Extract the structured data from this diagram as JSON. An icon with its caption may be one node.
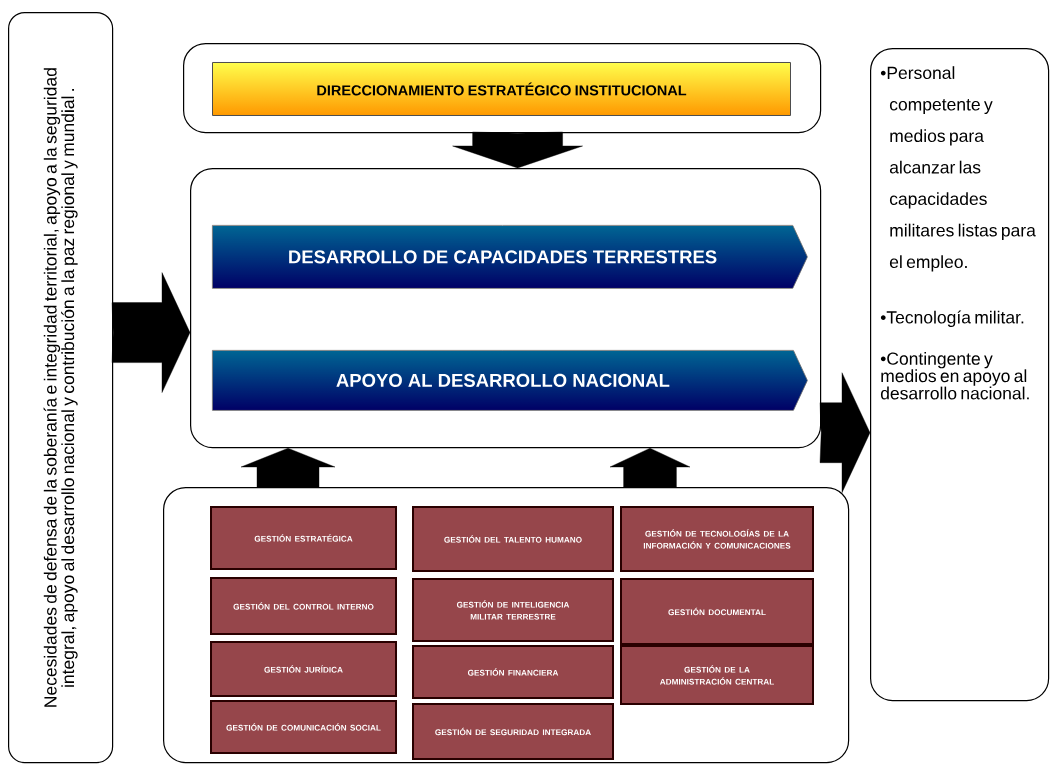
{
  "diagram": {
    "nodes": [
      {
        "text": [
          "Necesidades de defensa de la soberanía e integridad territorial, apoyo a la seguridad integral, apoyo al desarrollo nacional y contribución a la paz regional y mundial ."
        ]
      },
      {
        "text": [],
        "shape": "box"
      },
      {
        "text": [
          "DIRECCIONAMIENTO ESTRATÉGICO INSTITUCIONAL"
        ],
        "in": 1
      },
      {
        "text": [],
        "shape": "box"
      },
      {
        "text": [
          "DESARROLLO DE CAPACIDADES TERRESTRES"
        ],
        "in": 3
      },
      {
        "text": [
          "APOYO AL DESARROLLO NACIONAL"
        ],
        "in": 3
      },
      {
        "text": [],
        "shape": "box"
      },
      {
        "text": [
          "GESTIÓN ESTRATÉGICA"
        ],
        "in": 6
      },
      {
        "text": [
          "GESTIÓN DEL CONTROL INTERNO"
        ],
        "in": 6
      },
      {
        "text": [
          "GESTIÓN JURÍDICA"
        ],
        "in": 6
      },
      {
        "text": [
          "GESTIÓN DE COMUNICACIÓN SOCIAL"
        ],
        "in": 6
      },
      {
        "text": [
          "GESTIÓN DEL TALENTO HUMANO"
        ],
        "in": 6
      },
      {
        "text": [
          "GESTIÓN DE INTELIGENCIA MILITAR TERRESTRE"
        ],
        "in": 6
      },
      {
        "text": [
          "GESTIÓN FINANCIERA"
        ],
        "in": 6
      },
      {
        "text": [
          "GESTIÓN DE SEGURIDAD INTEGRADA"
        ],
        "in": 6
      },
      {
        "text": [
          "GESTIÓN DE TECNOLOGÍAS DE LA INFORMACIÓN Y COMUNICACIONES"
        ],
        "in": 6
      },
      {
        "text": [
          "GESTIÓN DOCUMENTAL"
        ],
        "in": 6
      },
      {
        "text": [
          "GESTIÓN DE LA ADMINISTRACIÓN CENTRAL"
        ],
        "in": 6
      },
      {
        "text": [
          "•Personal competente y medios para alcanzar las capacidades militares listas para el empleo.",
          "•Tecnología militar.",
          "•Contingente y medios en apoyo al desarrollo nacional."
        ]
      }
    ],
    "edges": [
      {
        "from": 0,
        "to": 3,
        "arrow": "to"
      },
      {
        "from": 1,
        "to": 3,
        "arrow": "to"
      },
      {
        "from": 6,
        "to": 3,
        "arrow": "to"
      },
      {
        "from": 6,
        "to": 3,
        "arrow": "to"
      },
      {
        "from": 3,
        "to": 18,
        "arrow": "to"
      }
    ]
  }
}
